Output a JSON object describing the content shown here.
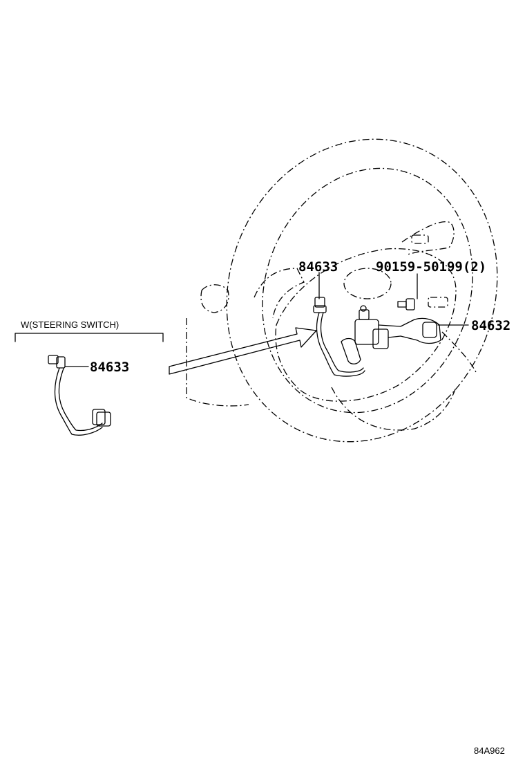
{
  "group": {
    "title": "W(STEERING SWITCH)"
  },
  "parts": {
    "harness_group": "84633",
    "harness_wheel": "84633",
    "bolt": "90159-50199(2)",
    "switch": "84632"
  },
  "reference_code": "84A962"
}
